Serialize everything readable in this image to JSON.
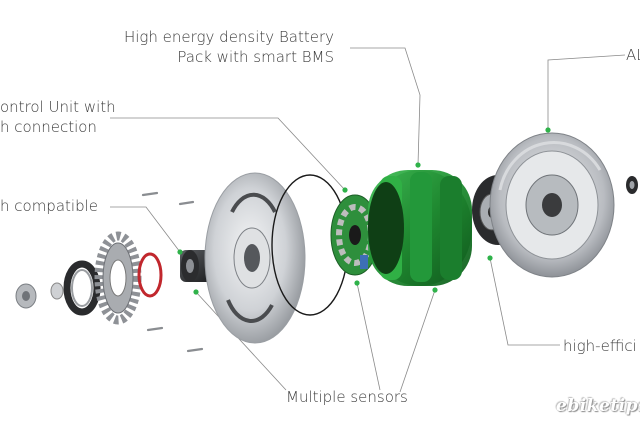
{
  "labels": {
    "battery_line1": "High energy density Battery",
    "battery_line2": "Pack with smart BMS",
    "control_line1": "ontrol Unit with",
    "control_line2": "h connection",
    "compatible": "h compatible",
    "sensors": "Multiple sensors",
    "top_right": "AL",
    "bottom_right": "high-effici"
  },
  "watermark": "ebiketips",
  "colors": {
    "leader_line": "#8a8a8a",
    "callout_dot": "#2fb24a",
    "battery_green": "#1d8a2e",
    "metal": "#c9ccd0",
    "text": "#3c3c3c"
  }
}
